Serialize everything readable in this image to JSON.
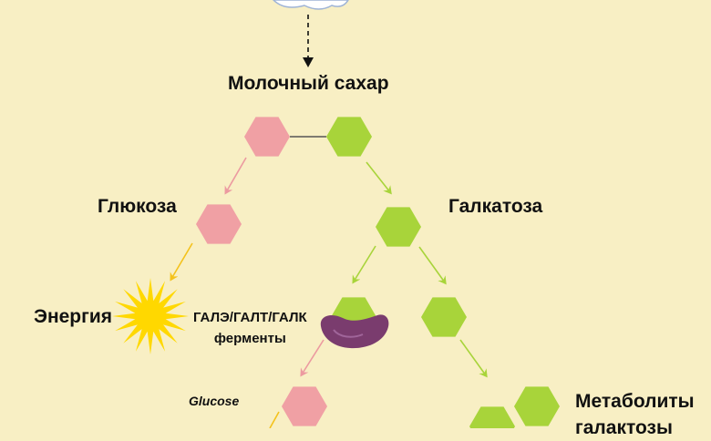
{
  "labels": {
    "milk_sugar": "Молочный сахар",
    "glucose": "Глюкоза",
    "galactose": "Галкатоза",
    "energy": "Энергия",
    "enzymes_line1": "ГАЛЭ/ГАЛТ/ГАЛК",
    "enzymes_line2": "ферменты",
    "glucose_en": "Glucose",
    "metabolites_line1": "Метаболиты",
    "metabolites_line2": "галактозы"
  },
  "colors": {
    "background": "#f8efc4",
    "glucose_hex": "#f0a0a4",
    "galactose_hex": "#a8d43a",
    "pink_arrow": "#ec9aa0",
    "green_arrow": "#a8d43a",
    "yellow_arrow": "#f4c21c",
    "sun": "#ffd800",
    "enzyme": "#7a3c6e",
    "text": "#111111"
  },
  "icons": [
    "sun-icon",
    "enzyme-blob-icon",
    "cloud-icon"
  ]
}
